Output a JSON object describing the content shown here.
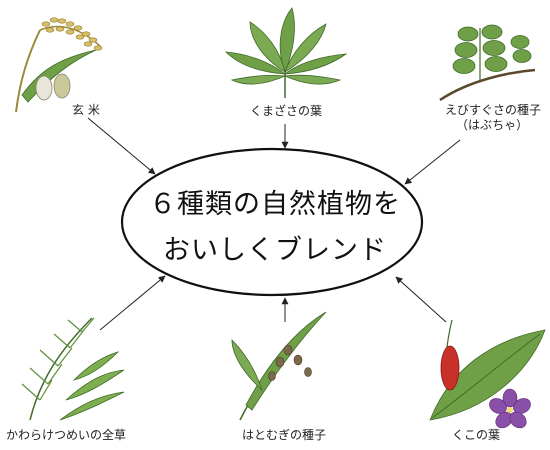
{
  "center": {
    "line1": "６種類の自然植物を",
    "line2": "おいしくブレンド"
  },
  "plants": {
    "genmai": "玄 米",
    "kumazasa": "くまざさの葉",
    "ebisugusa_line1": "えびすぐさの種子",
    "ebisugusa_line2": "（はぶちゃ）",
    "kawaraketsumei": "かわらけつめいの全草",
    "hatomugi": "はとむぎの種子",
    "kuko": "くこの葉"
  },
  "colors": {
    "leaf": "#6f9f46",
    "leaf_dark": "#3f6b2a",
    "grain": "#d8bf6a",
    "pod": "#7fae4f",
    "berry": "#c8302a",
    "flower": "#8a4fa8"
  }
}
